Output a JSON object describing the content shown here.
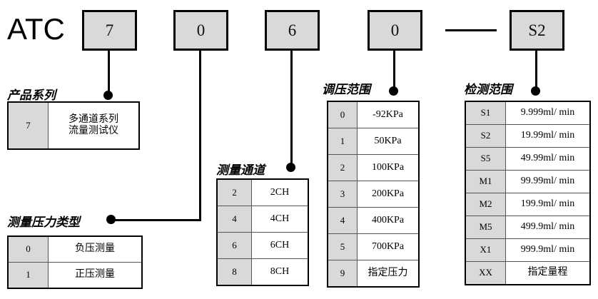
{
  "model": {
    "prefix": "ATC",
    "segments": [
      {
        "id": "series",
        "value": "7"
      },
      {
        "id": "pressure-type",
        "value": "0"
      },
      {
        "id": "channels",
        "value": "6"
      },
      {
        "id": "pressure-range",
        "value": "0"
      },
      {
        "id": "separator",
        "value": "—"
      },
      {
        "id": "detect-range",
        "value": "S2"
      }
    ]
  },
  "groups": {
    "series": {
      "caption": "产品系列",
      "rows": [
        {
          "code": "7",
          "desc": "多通道系列\n流量测试仪",
          "desc_line1": "多通道系列",
          "desc_line2": "流量测试仪"
        }
      ]
    },
    "pressure_type": {
      "caption": "测量压力类型",
      "rows": [
        {
          "code": "0",
          "desc": "负压测量"
        },
        {
          "code": "1",
          "desc": "正压测量"
        }
      ]
    },
    "channels": {
      "caption": "测量通道",
      "rows": [
        {
          "code": "2",
          "desc": "2CH"
        },
        {
          "code": "4",
          "desc": "4CH"
        },
        {
          "code": "6",
          "desc": "6CH"
        },
        {
          "code": "8",
          "desc": "8CH"
        }
      ]
    },
    "pressure_range": {
      "caption": "调压范围",
      "rows": [
        {
          "code": "0",
          "desc": "-92KPa"
        },
        {
          "code": "1",
          "desc": "50KPa"
        },
        {
          "code": "2",
          "desc": "100KPa"
        },
        {
          "code": "3",
          "desc": "200KPa"
        },
        {
          "code": "4",
          "desc": "400KPa"
        },
        {
          "code": "5",
          "desc": "700KPa"
        },
        {
          "code": "9",
          "desc": "指定压力"
        }
      ]
    },
    "detect_range": {
      "caption": "检测范围",
      "rows": [
        {
          "code": "S1",
          "desc": "9.999ml/ min"
        },
        {
          "code": "S2",
          "desc": "19.99ml/ min"
        },
        {
          "code": "S5",
          "desc": "49.99ml/ min"
        },
        {
          "code": "M1",
          "desc": "99.99ml/ min"
        },
        {
          "code": "M2",
          "desc": "199.9ml/ min"
        },
        {
          "code": "M5",
          "desc": "499.9ml/ min"
        },
        {
          "code": "X1",
          "desc": "999.9ml/ min"
        },
        {
          "code": "XX",
          "desc": "指定量程"
        }
      ]
    }
  },
  "colors": {
    "box_fill": "#d9d9d9",
    "line": "#000000",
    "background": "#ffffff"
  }
}
